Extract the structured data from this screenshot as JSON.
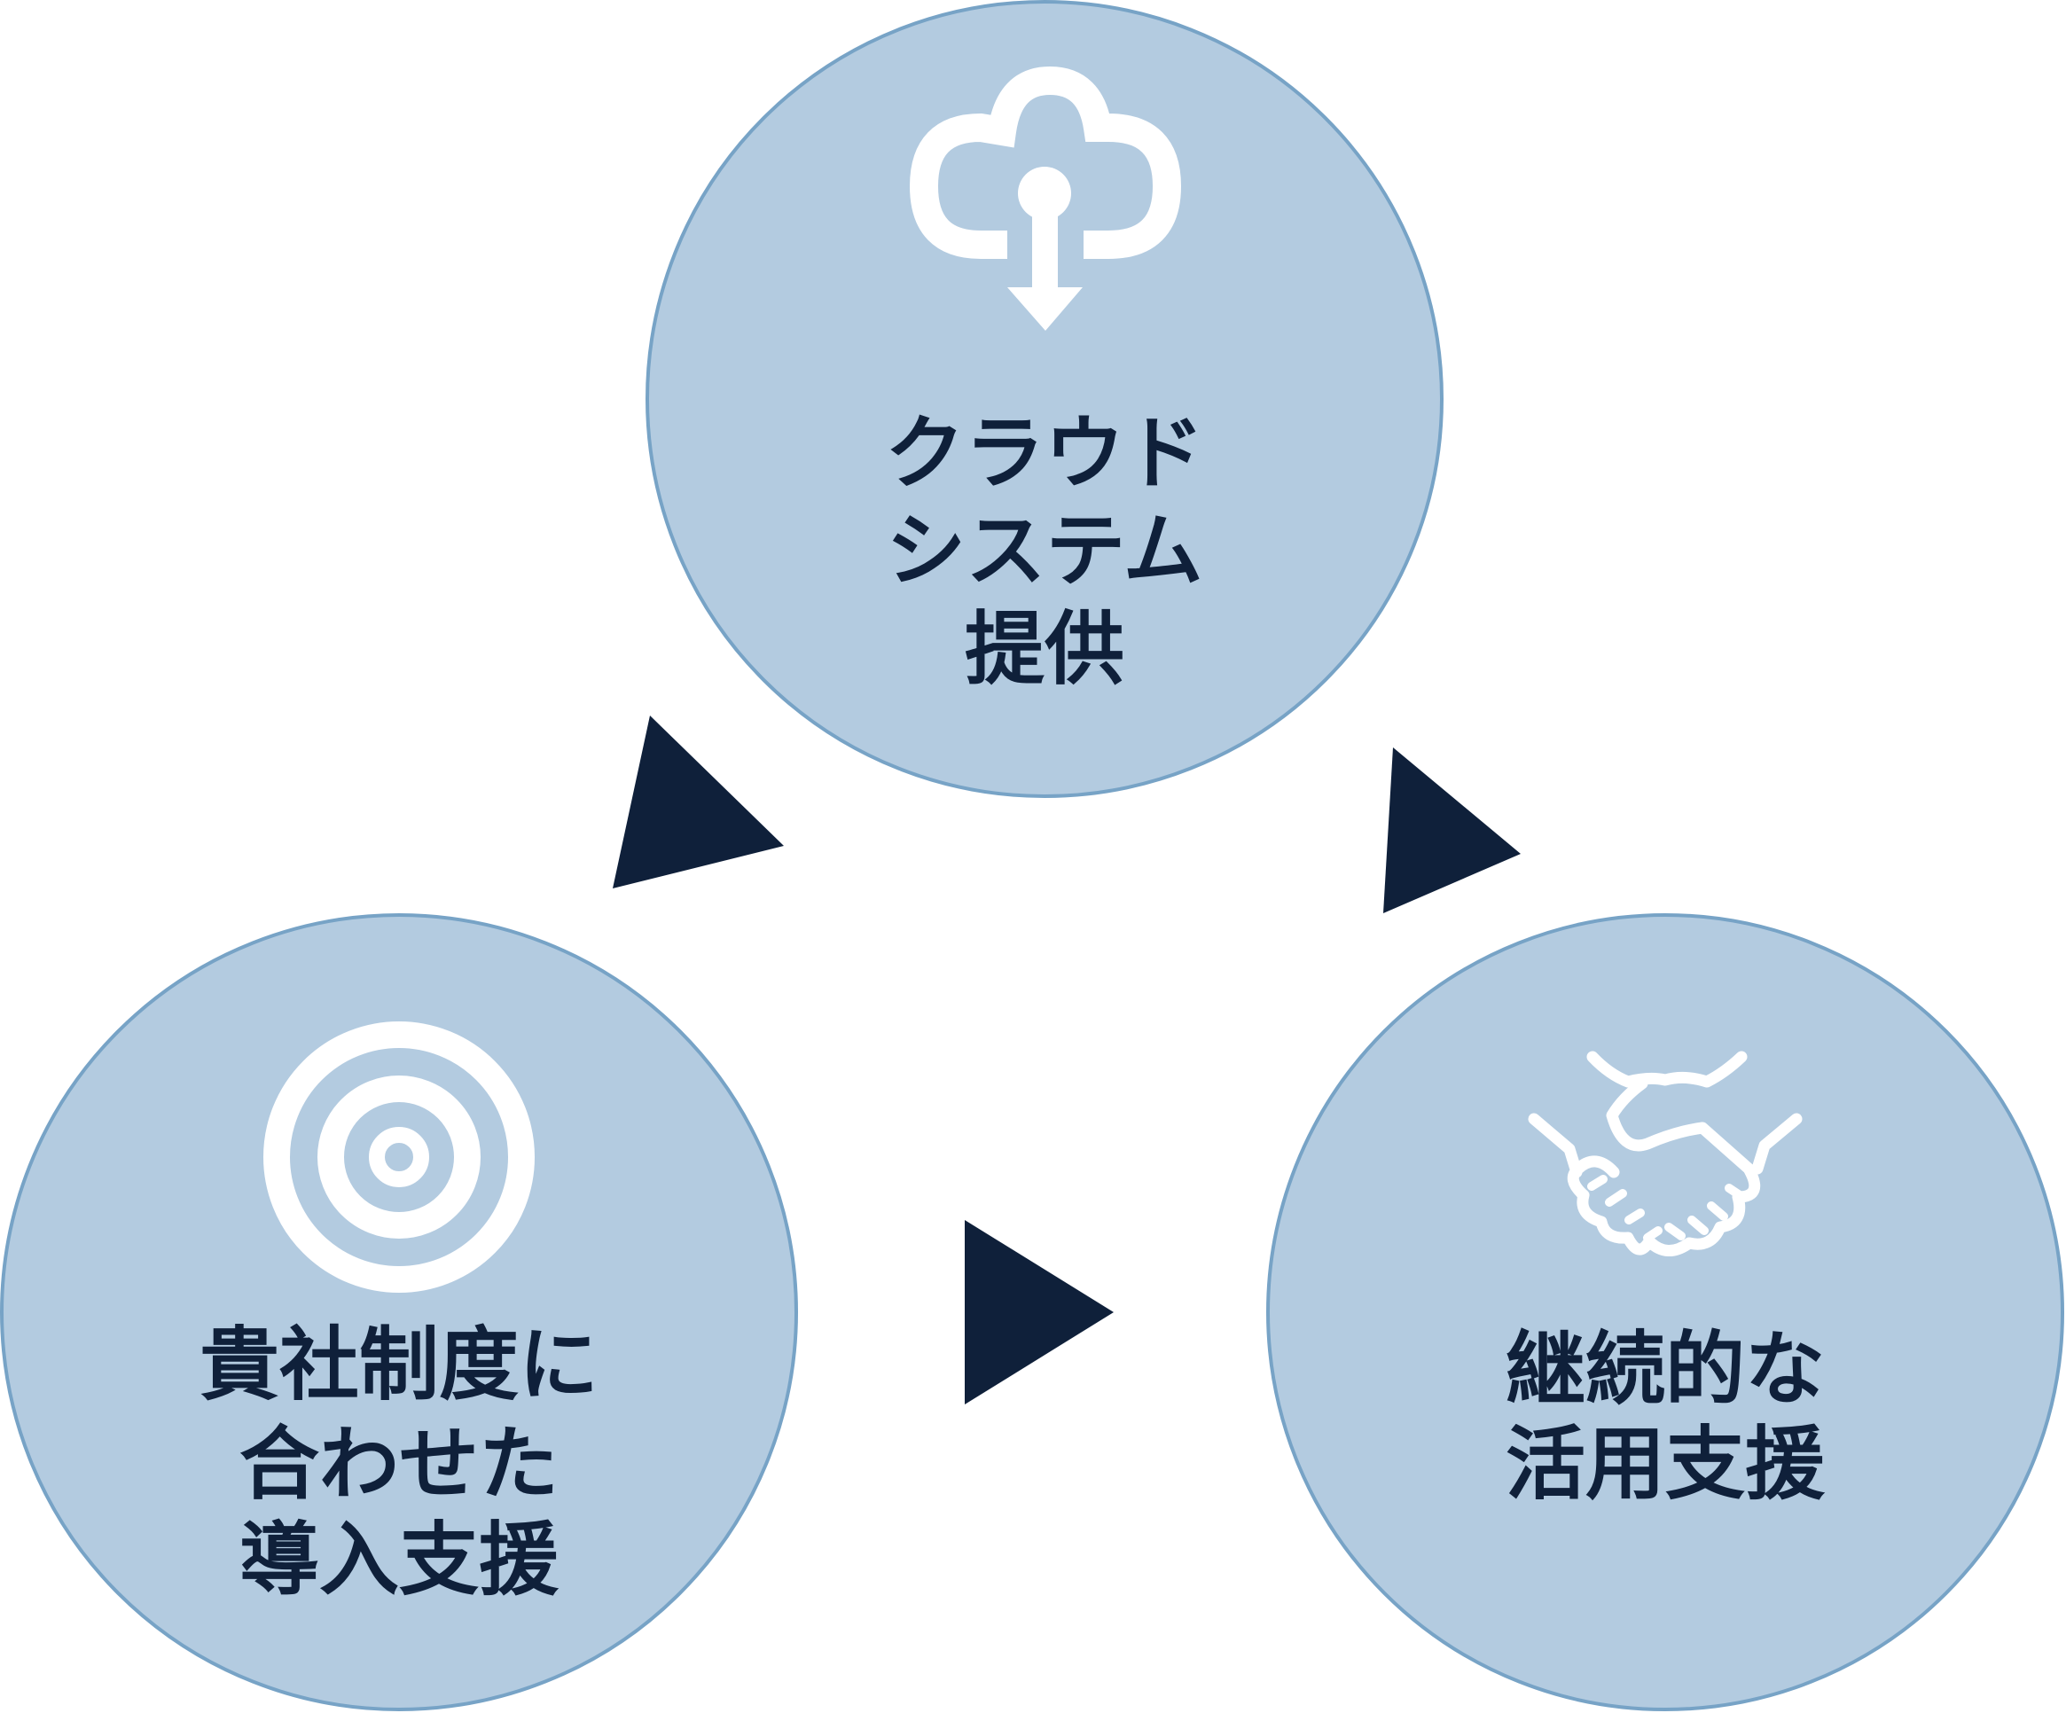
{
  "colors": {
    "circle_fill": "#b3cbe0",
    "circle_stroke": "#77a3c6",
    "arrow": "#0f203a",
    "text": "#0f203a"
  },
  "nodes": [
    {
      "icon": "cloud-download-icon",
      "lines": [
        "クラウド",
        "システム",
        "提供"
      ]
    },
    {
      "icon": "target-icon",
      "lines": [
        "貴社制度に",
        "合わせた",
        "導入支援"
      ]
    },
    {
      "icon": "handshake-icon",
      "lines": [
        "継続的な",
        "活用支援"
      ]
    }
  ]
}
